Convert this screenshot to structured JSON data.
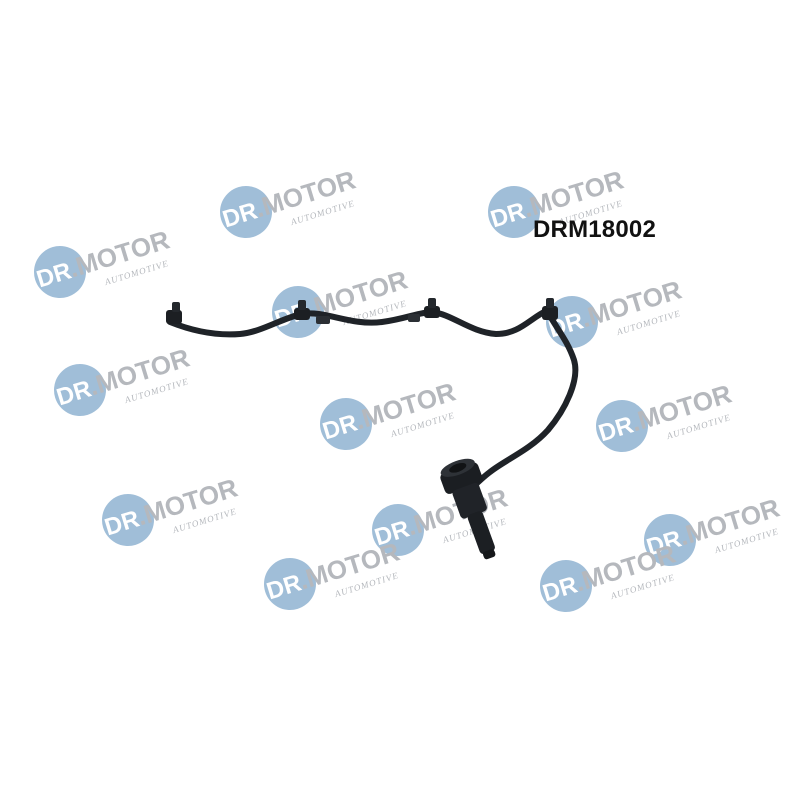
{
  "product": {
    "part_number": "DRM18002"
  },
  "watermark": {
    "brand_logo_text": "DR.MOTOR",
    "brand_subtext": "AUTOMOTIVE",
    "circle_color": "#8fb3d1",
    "text_color": "#b5b8bd"
  },
  "photo": {
    "subject": "fuel return hose assembly with connectors",
    "hose_color": "#1f2328",
    "background": "#ffffff"
  }
}
